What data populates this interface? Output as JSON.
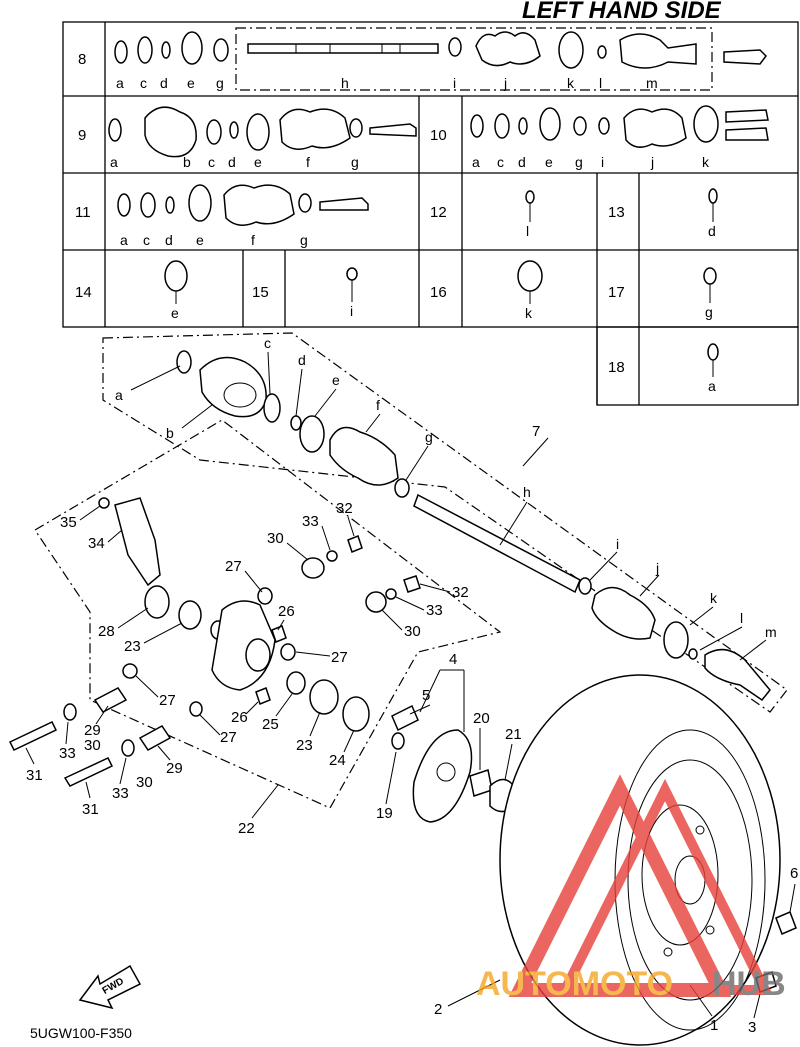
{
  "title": "LEFT HAND SIDE",
  "code": "5UGW100-F350",
  "fwd": "FWD",
  "watermark": {
    "auto": "AUTOMOTO",
    "hub": "HUB",
    "colors": {
      "red": "#e8413a",
      "orange": "#f5a623",
      "gray": "#6a6a6a"
    }
  },
  "kits": [
    {
      "no": "8",
      "letters": [
        "a",
        "c",
        "d",
        "e",
        "g",
        "h",
        "i",
        "j",
        "k",
        "l",
        "m"
      ]
    },
    {
      "no": "9",
      "letters": [
        "a",
        "b",
        "c",
        "d",
        "e",
        "f",
        "g"
      ]
    },
    {
      "no": "10",
      "letters": [
        "a",
        "c",
        "d",
        "e",
        "g",
        "i",
        "j",
        "k"
      ]
    },
    {
      "no": "11",
      "letters": [
        "a",
        "c",
        "d",
        "e",
        "f",
        "g"
      ]
    },
    {
      "no": "12",
      "letters": [
        "l"
      ]
    },
    {
      "no": "13",
      "letters": [
        "d"
      ]
    },
    {
      "no": "14",
      "letters": [
        "e"
      ]
    },
    {
      "no": "15",
      "letters": [
        "i"
      ]
    },
    {
      "no": "16",
      "letters": [
        "k"
      ]
    },
    {
      "no": "17",
      "letters": [
        "g"
      ]
    },
    {
      "no": "18",
      "letters": [
        "a"
      ]
    }
  ],
  "callouts": {
    "letters": [
      "a",
      "b",
      "c",
      "d",
      "e",
      "f",
      "g",
      "h",
      "i",
      "j",
      "k",
      "l",
      "m"
    ],
    "numbers": [
      "1",
      "2",
      "3",
      "4",
      "5",
      "6",
      "7",
      "19",
      "20",
      "21",
      "22",
      "23",
      "23",
      "24",
      "25",
      "26",
      "26",
      "27",
      "27",
      "27",
      "27",
      "28",
      "29",
      "29",
      "30",
      "30",
      "30",
      "30",
      "31",
      "31",
      "32",
      "32",
      "33",
      "33",
      "33",
      "33",
      "34",
      "35"
    ]
  }
}
